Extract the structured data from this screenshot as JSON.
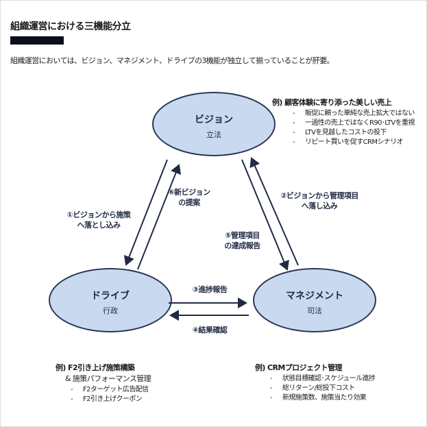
{
  "title": "組織運営における三機能分立",
  "lead": "組織運営においては、ビジョン、マネジメント、ドライブの3機能が独立して揃っていることが肝要。",
  "nodes": {
    "vision": {
      "name": "ビジョン",
      "sub": "立法"
    },
    "drive": {
      "name": "ドライブ",
      "sub": "行政"
    },
    "management": {
      "name": "マネジメント",
      "sub": "司法"
    }
  },
  "arrows": {
    "a1": [
      "①ビジョンから施策",
      "へ落とし込み"
    ],
    "a2": [
      "②ビジョンから管理項目",
      "へ落し込み"
    ],
    "a3": "③進捗報告",
    "a4": "④結果確認",
    "a5": [
      "⑤管理項目",
      "の達成報告"
    ],
    "a6": [
      "⑥新ビジョン",
      "の提案"
    ]
  },
  "examples": {
    "vision": {
      "heading": "例) 顧客体験に寄り添った美しい売上",
      "items": [
        "販促に頼った単純な売上拡大ではない",
        "一過性の売上ではなくR90･LTVを重視",
        "LTVを見越したコストの投下",
        "リピート買いを促すCRMシナリオ"
      ]
    },
    "drive": {
      "heading": "例) F2引き上げ施策構築",
      "subheading": "& 施策パフォーマンス管理",
      "items": [
        "F2ターゲット広告配信",
        "F2引き上げクーポン"
      ]
    },
    "management": {
      "heading": "例) CRMプロジェクト管理",
      "items": [
        "状態目標確認･スケジュール進捗",
        "総リターン/総投下コスト",
        "新規施策数、施策当たり効果"
      ]
    }
  },
  "colors": {
    "node_fill": "#c9daf0",
    "node_stroke": "#2b3656",
    "text": "#1f2a44"
  }
}
